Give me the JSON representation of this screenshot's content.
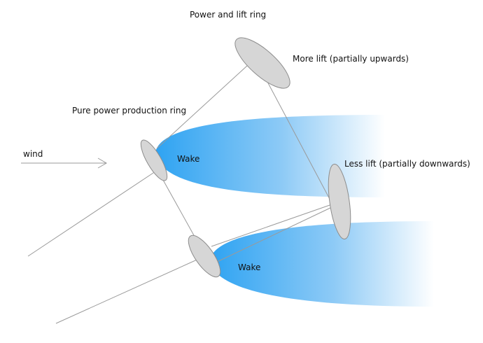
{
  "labels": {
    "top_ring": "Power and lift ring",
    "more_lift": "More lift (partially upwards)",
    "pure_ring": "Pure power production ring",
    "wind": "wind",
    "wake_upper": "Wake",
    "less_lift": "Less lift (partially downwards)",
    "wake_lower": "Wake"
  },
  "colors": {
    "wake_start": "#2ea3f2",
    "wake_end": "#ffffff",
    "kite_fill": "#d6d6d6",
    "kite_stroke": "#8c8c8c",
    "line": "#9a9a9a"
  }
}
